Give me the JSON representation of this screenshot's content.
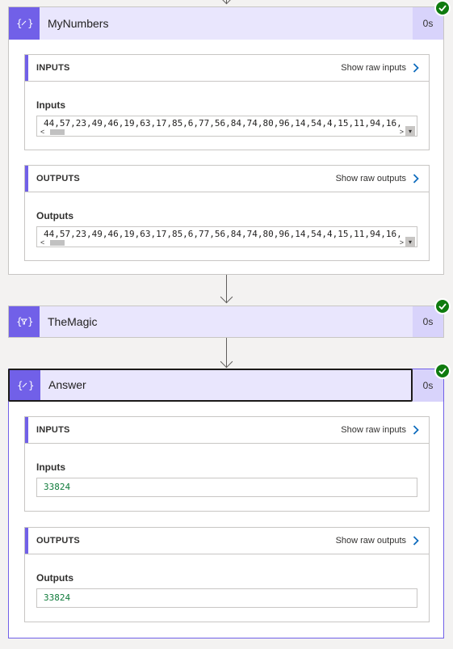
{
  "actions": [
    {
      "title": "MyNumbers",
      "duration": "0s",
      "icon": "variable-braces-icon",
      "status": "succeeded",
      "inputs": {
        "section_title": "INPUTS",
        "raw_link": "Show raw inputs",
        "field_label": "Inputs",
        "value": "44,57,23,49,46,19,63,17,85,6,77,56,84,74,80,96,14,54,4,15,11,94,16,"
      },
      "outputs": {
        "section_title": "OUTPUTS",
        "raw_link": "Show raw outputs",
        "field_label": "Outputs",
        "value": "44,57,23,49,46,19,63,17,85,6,77,56,84,74,80,96,14,54,4,15,11,94,16,"
      }
    },
    {
      "title": "TheMagic",
      "duration": "0s",
      "icon": "filter-braces-icon",
      "status": "succeeded"
    },
    {
      "title": "Answer",
      "duration": "0s",
      "icon": "variable-braces-icon",
      "status": "succeeded",
      "inputs": {
        "section_title": "INPUTS",
        "raw_link": "Show raw inputs",
        "field_label": "Inputs",
        "value": "33824"
      },
      "outputs": {
        "section_title": "OUTPUTS",
        "raw_link": "Show raw outputs",
        "field_label": "Outputs",
        "value": "33824"
      }
    }
  ],
  "colors": {
    "accent": "#7160e8",
    "header_bg": "#e9e6fd",
    "success": "#0f7b0f",
    "value_green": "#0f7b3a"
  }
}
